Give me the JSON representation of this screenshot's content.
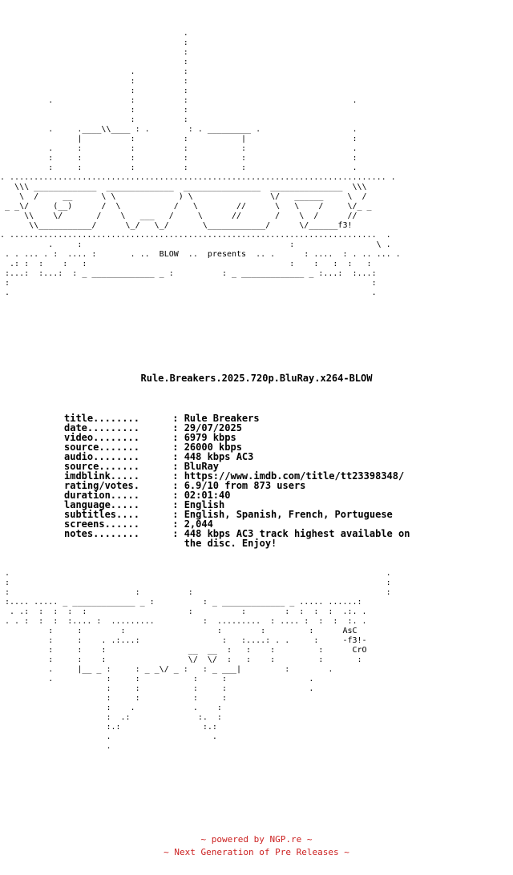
{
  "header_art": "                                      .\n                                      :\n                                      :\n                                      :\n                           .          :\n                           :          :\n                           :          :\n          .                :          :                                  .\n                           :          :\n                           :          :\n          .     .____\\\\____ : .        : . _________ .                   .\n                |          :          :           |                      :\n          .     :          :          :           :                      .\n          :     :          :          :           :                      :\n          :     :          :          :           :                      .\n. .............................................................................. .\n   \\\\\\ _____________  ______________  ________________  _______________  \\\\\\\n    \\  /     __      \\ \\             ) \\                \\/   ______     \\  /\n _ _\\/     (__)      /  \\           /   \\        //      \\   \\    /     \\/_ _\n     \\\\    \\/       /    \\   ___   /     \\      //       /    \\  /      //\n      \\\\___________/      \\_/   \\_/       \\____________/      \\/______f3!\n. ............................................................................  .\n          .     :                                           :                 \\ .\n . . ... . :  .... :       . ..  BLOW  ..  presents  .. .      : ....  : . .. ... .\n  .: :  :    :   :                                          :    :   :  :   :\n :...:  :...:  : _ _____________ _ :          : _ _____________ _ :...:  :...:\n :                                                                           :\n .                                                                           .",
  "release_name": "Rule.Breakers.2025.720p.BluRay.x264-BLOW",
  "info": [
    {
      "key": "title........",
      "value": "Rule Breakers"
    },
    {
      "key": "date.........",
      "value": "29/07/2025"
    },
    {
      "key": "video........",
      "value": "6979 kbps"
    },
    {
      "key": "source.......",
      "value": "26000 kbps"
    },
    {
      "key": "audio........",
      "value": "448 kbps AC3"
    },
    {
      "key": "source.......",
      "value": "BluRay"
    },
    {
      "key": "imdblink.....",
      "value": "https://www.imdb.com/title/tt23398348/"
    },
    {
      "key": "rating/votes.",
      "value": "6.9/10 from 873 users"
    },
    {
      "key": "duration.....",
      "value": "02:01:40"
    },
    {
      "key": "language.....",
      "value": "English"
    },
    {
      "key": "subtitles....",
      "value": "English, Spanish, French, Portuguese"
    },
    {
      "key": "screens......",
      "value": "2,044"
    },
    {
      "key": "notes........",
      "value": "448 kbps AC3 track highest available on\nthe disc. Enjoy!"
    }
  ],
  "footer_art": " .                                                                              .\n :                                                                              :\n :                          :          :                                        :\n :.... ..... _ _____________ _ :          : _ _____________ _ ..... ......:\n  . .:  :  :  :  :                     :          :        :  :  :  :  .:. .\n . . :  :  :  :.... :  .........          :  .........  : .... :  :  :  :. .\n          :     :        :                   :        :         :      AsC\n          :     :    . .:...:                 :   :....: . .     :     -f3!-\n          :     :    :                 __  __  :   :    :         :      CrO\n          :     :    :                 \\/  \\/  :   :    :         :       :\n          .     |__ _ :     : _ _\\/ _ :   : _ ___|         :        .\n          .           :     :           :     :                 .\n                      :     :           :     :                 .\n                      :     :           :     :\n                      :    .            .    :\n                      :  .:              :.  :\n                      :.:                 :.:\n                      .                     .\n                      .",
  "powered_line1": "~ powered by NGP.re ~",
  "powered_line2": "~ Next Generation of Pre Releases ~",
  "colors": {
    "text": "#000000",
    "powered": "#cc2222",
    "background": "#ffffff"
  }
}
